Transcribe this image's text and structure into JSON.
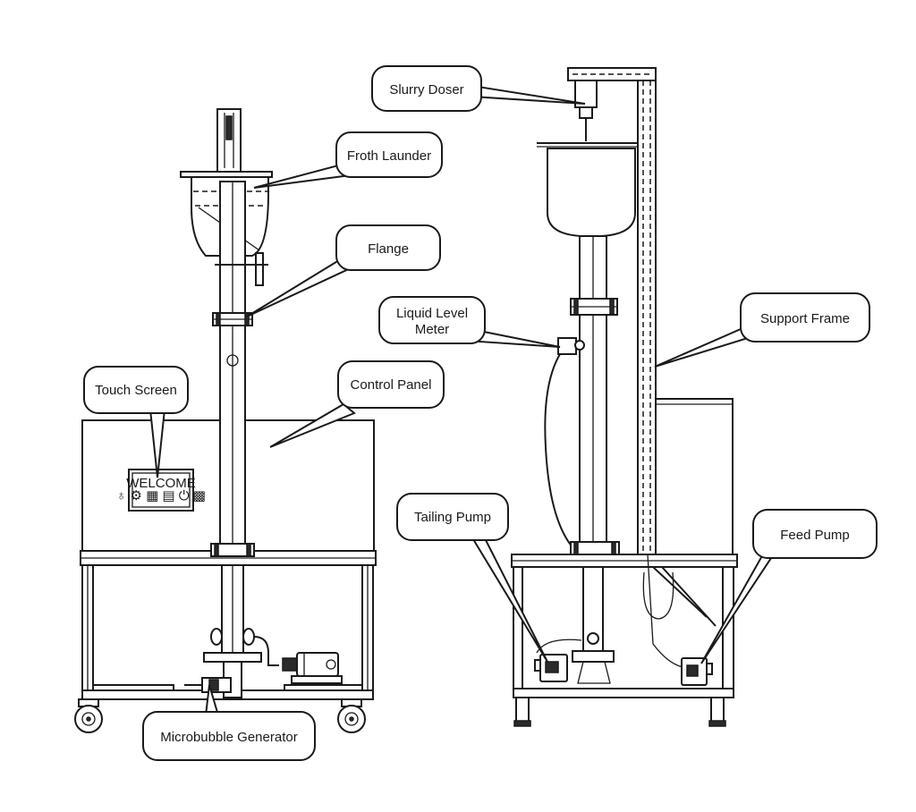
{
  "labels": {
    "slurry_doser": "Slurry Doser",
    "froth_launder": "Froth Launder",
    "flange": "Flange",
    "liquid_level_meter_line1": "Liquid Level",
    "liquid_level_meter_line2": "Meter",
    "support_frame": "Support Frame",
    "touch_screen": "Touch Screen",
    "control_panel": "Control Panel",
    "tailing_pump": "Tailing Pump",
    "feed_pump": "Feed Pump",
    "microbubble_generator": "Microbubble Generator"
  },
  "screen": {
    "welcome": "WELCOME",
    "icons_row": "♁ ⚙ ▦ ▤ ⏻ ▩"
  }
}
